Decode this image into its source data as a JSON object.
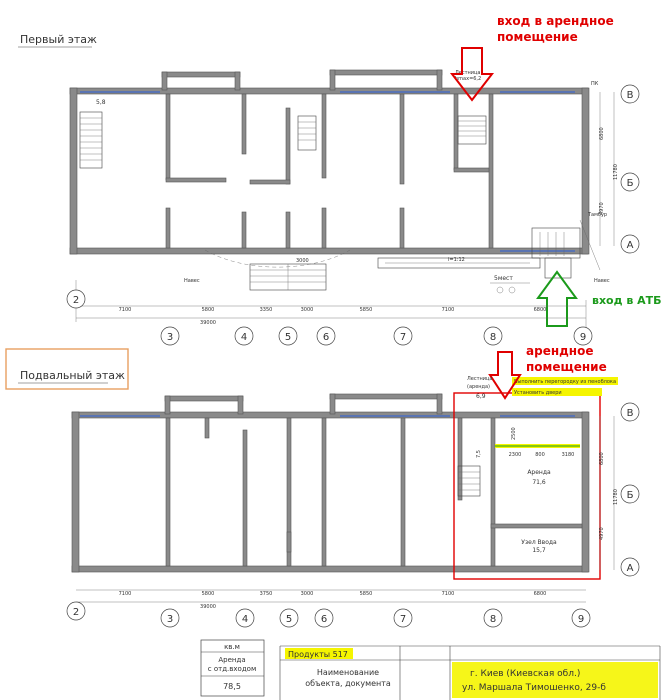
{
  "floor1": {
    "title": "Первый этаж",
    "annot_entry_rent": [
      "вход в арендное",
      "помещение"
    ],
    "annot_entry_atb": "вход в АТБ",
    "small_stair_label": [
      "Лестница",
      "hmax=6,2"
    ],
    "label_5_8": "5,8",
    "label_pk": "ПК",
    "label_tambour": "Тамбур",
    "label_i": "i=1:12",
    "label_parking": "5мест",
    "label_naves_left": "Навес",
    "label_naves_right": "Навес",
    "label_3000": "3000",
    "axes_bottom": [
      "2",
      "3",
      "4",
      "5",
      "6",
      "7",
      "8",
      "9"
    ],
    "axes_right": [
      "В",
      "Б",
      "А"
    ],
    "dims_top_row": [
      "7100",
      "5800",
      "3350",
      "3000",
      "5850",
      "7100",
      "6800"
    ],
    "dim_total": "39000",
    "dims_right": [
      "6800",
      "4970"
    ],
    "dim_right_total": "11780"
  },
  "basement": {
    "title": "Подвальный этаж",
    "annot_rent": [
      "арендное",
      "помещение"
    ],
    "stair_label": [
      "Лестница",
      "(аренда)"
    ],
    "label_6_9": "6,9",
    "label_7_5": "7,5",
    "yellow_note_1": "Выполнить перегородку из пеноблока",
    "yellow_note_2": "Установить двери",
    "dim_2500": "2500",
    "dims_yellow": [
      "2300",
      "800",
      "3180"
    ],
    "room_rent_name": "Аренда",
    "room_rent_area": "71,6",
    "room_node_name": "Узел Ввода",
    "room_node_area": "15,7",
    "axes_bottom": [
      "2",
      "3",
      "4",
      "5",
      "6",
      "7",
      "8",
      "9"
    ],
    "axes_right": [
      "В",
      "Б",
      "А"
    ],
    "dims_top_row": [
      "7100",
      "5800",
      "3750",
      "3000",
      "5850",
      "7100",
      "6800"
    ],
    "dim_total": "39000",
    "dims_right": [
      "6800",
      "4970"
    ],
    "dim_right_total": "11780"
  },
  "table": {
    "unit": "кв.м",
    "row_label": [
      "Аренда",
      "с отд.входом"
    ],
    "row_value": "78,5"
  },
  "stamp": {
    "product": "Продукты 517",
    "name_label": [
      "Наименование",
      "объекта, документа"
    ],
    "address": [
      "г. Киев (Киевская обл.)",
      "ул. Маршала Тимошенко, 29-б"
    ]
  },
  "colors": {
    "red": "#e00000",
    "green": "#1b9a1b",
    "yellow": "#f5f500",
    "blue": "#2b5fd9",
    "orange_box": "#e8a060",
    "wall": "#8a8a8a"
  }
}
